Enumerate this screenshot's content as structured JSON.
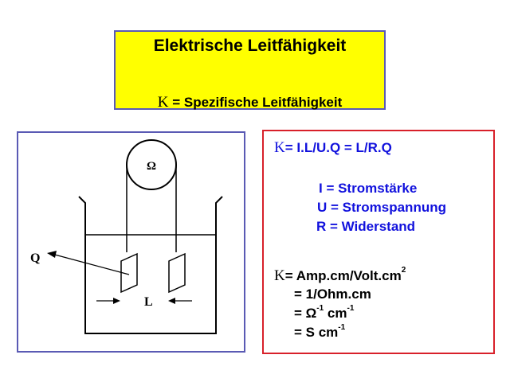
{
  "title": {
    "main": "Elektrische Leitfähigkeit",
    "kappa_symbol": "K",
    "subtitle": "= Spezifische Leitfähigkeit"
  },
  "diagram": {
    "meter_symbol": "Ω",
    "label_q": "Q",
    "label_l": "L"
  },
  "formula": {
    "kappa_symbol": "K",
    "main": "= I.L/U.Q = L/R.Q",
    "legend": [
      "I = Stromstärke",
      "U = Stromspannung",
      "R = Widerstand"
    ],
    "unit_first": "= Amp.cm/Volt.cm",
    "unit_first_sup": "2",
    "unit_second": "= 1/Ohm.cm",
    "unit_third_base": "= Ω",
    "unit_third_sup": "-1",
    "unit_third_rest": " cm",
    "unit_third_sup2": "-1",
    "unit_fourth_base": "= S cm",
    "unit_fourth_sup": "-1"
  }
}
